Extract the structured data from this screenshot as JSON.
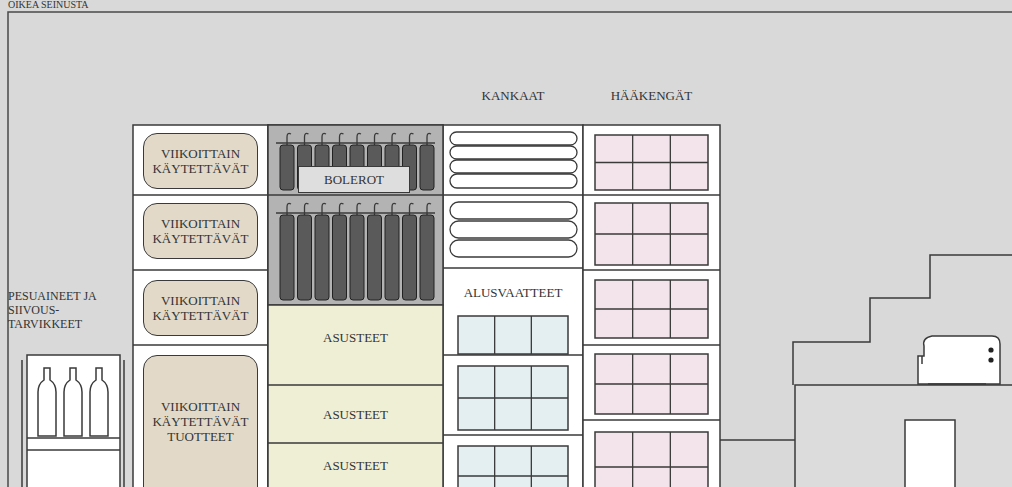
{
  "diagram": {
    "nodes": [
      {
        "text": [
          "VIIKOITTAIN KÄYTETTÄVÄT"
        ]
      },
      {
        "text": [
          "VIIKOITTAIN KÄYTETTÄVÄT"
        ]
      },
      {
        "text": [
          "VIIKOITTAIN KÄYTETTÄVÄT"
        ]
      },
      {
        "text": [
          "VIIKOITTAIN KÄYTETTÄVÄT TUOTTEET"
        ]
      },
      {
        "text": [
          "BOLEROT"
        ]
      },
      {
        "text": [
          "ASUSTEET"
        ]
      },
      {
        "text": [
          "ASUSTEET"
        ]
      },
      {
        "text": [
          "ASUSTEET"
        ]
      },
      {
        "text": [
          "ALUSVAATTEET"
        ]
      }
    ],
    "labels": [
      "OIKEA SEINUSTA",
      "KANKAAT",
      "HÄÄKENGÄT",
      "PESUAINEET JA SIIVOUS- TARVIKKEET"
    ]
  }
}
